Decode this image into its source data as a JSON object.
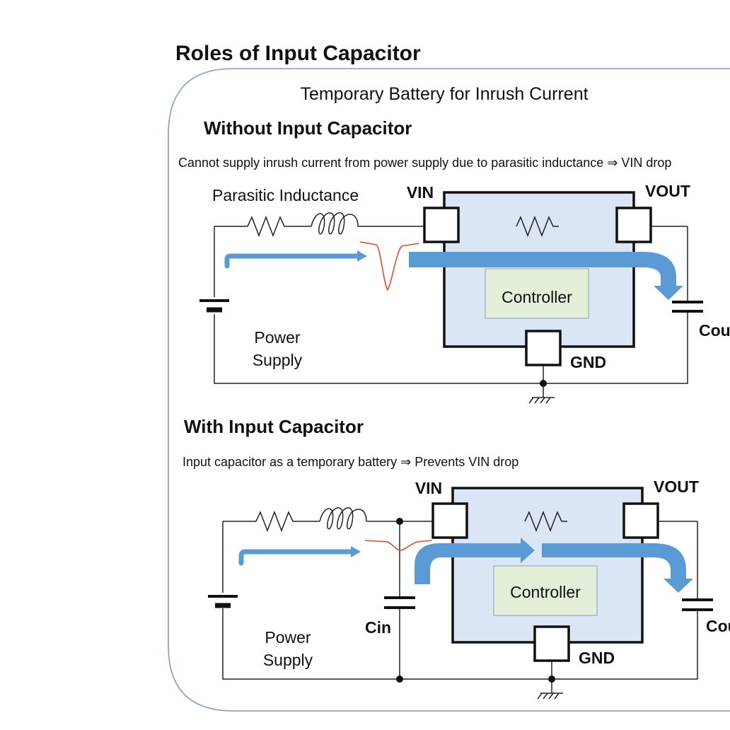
{
  "title": "Roles of Input Capacitor",
  "subtitle": "Temporary  Battery for Inrush  Current",
  "top": {
    "heading": "Without Input Capacitor",
    "description": "Cannot supply inrush current from power supply due to parasitic inductance ⇒ VIN drop",
    "parasitic_label": "Parasitic Inductance",
    "vin": "VIN",
    "vout": "VOUT",
    "controller": "Controller",
    "gnd": "GND",
    "cout": "Cout",
    "power_supply_line1": "Power",
    "power_supply_line2": "Supply"
  },
  "bottom": {
    "heading": "With Input Capacitor",
    "description": "Input capacitor as a temporary battery  ⇒ Prevents VIN  drop",
    "vin": "VIN",
    "vout": "VOUT",
    "controller": "Controller",
    "gnd": "GND",
    "cin": "Cin",
    "cout": "Cout",
    "power_supply_line1": "Power",
    "power_supply_line2": "Supply"
  },
  "colors": {
    "flow_arrow": "#5b9bd5",
    "voltage_dip": "#e8482a",
    "ic_fill": "#dbe6f4",
    "controller_fill": "#e4efd9",
    "frame": "#8fa6c2"
  }
}
